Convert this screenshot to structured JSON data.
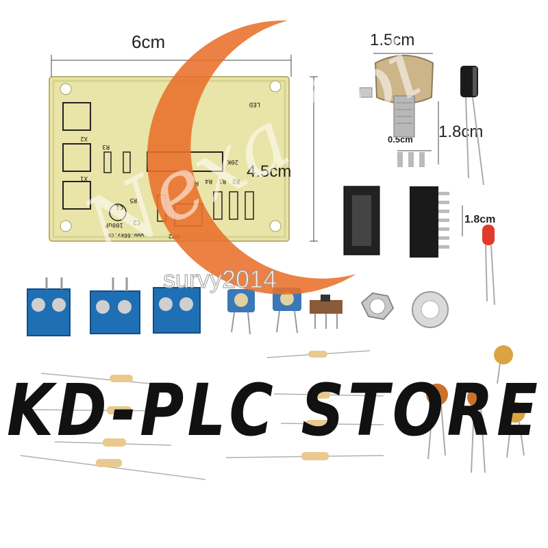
{
  "dimensions": {
    "pcb_width": "6cm",
    "pcb_height": "4.5cm",
    "pot_width": "1.5cm",
    "pot_shaft": "0.5cm",
    "pot_height": "1.8cm",
    "led_height": "1.8cm"
  },
  "pcb_silkscreen": {
    "cap_value": "100uF",
    "website": "www.66kv.cn",
    "labels": [
      "R3",
      "R5",
      "R6",
      "R4",
      "R1",
      "R2",
      "X1",
      "X2",
      "C1",
      "C2",
      "RP2",
      "20K",
      "LED"
    ]
  },
  "watermarks": {
    "brand_script": "Nexa Yoi",
    "seller": "survy2014"
  },
  "banner": {
    "store_name": "KD-PLC STORE"
  },
  "colors": {
    "pcb": "#e9e4a8",
    "pcb_trace": "#c9d27a",
    "terminal_blue": "#1f6fb4",
    "logo_orange": "#e8702a",
    "led_red": "#e23a2a",
    "resistor_body": "#e9c98e",
    "ceramic_cap": "#d9a441"
  }
}
